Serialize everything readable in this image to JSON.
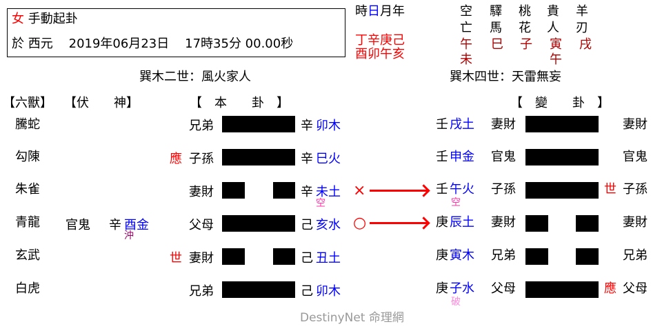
{
  "header": {
    "gender": "女",
    "method": "手動起卦",
    "date_prefix": "於 西元",
    "date": "2019年06月23日",
    "time": "17時35分 00.00秒"
  },
  "ganzhi": {
    "labels": [
      "時",
      "日",
      "月",
      "年"
    ],
    "stems": "丁辛庚己",
    "branches": "酉卯午亥"
  },
  "shensha": {
    "columns": [
      {
        "name_top": "空",
        "name_bottom": "亡",
        "values": [
          "午",
          "未"
        ]
      },
      {
        "name_top": "驛",
        "name_bottom": "馬",
        "values": [
          "巳"
        ]
      },
      {
        "name_top": "桃",
        "name_bottom": "花",
        "values": [
          "子"
        ]
      },
      {
        "name_top": "貴",
        "name_bottom": "人",
        "values": [
          "寅",
          "午"
        ]
      },
      {
        "name_top": "羊",
        "name_bottom": "刃",
        "values": [
          "戌"
        ]
      }
    ]
  },
  "main_gua": {
    "title": "巽木二世：風火家人",
    "header": "【　本　　卦　】"
  },
  "changed_gua": {
    "title": "巽木四世：天雷無妄",
    "header": "【　變　　卦　】"
  },
  "col_headers": {
    "liushou": "【六獸】",
    "fushen": "【伏　　神】"
  },
  "lines": [
    {
      "beast": "騰蛇",
      "fushen": "",
      "mark": "",
      "relation": "兄弟",
      "yin": false,
      "stem": "辛",
      "branch": "卯木",
      "note": "",
      "move": "",
      "c_stem": "壬",
      "c_branch": "戌土",
      "c_note": "",
      "c_relation": "妻財",
      "c_yin": false,
      "c_mark": "",
      "c_rel2": "妻財"
    },
    {
      "beast": "勾陳",
      "fushen": "",
      "mark": "應",
      "relation": "子孫",
      "yin": false,
      "stem": "辛",
      "branch": "巳火",
      "note": "",
      "move": "",
      "c_stem": "壬",
      "c_branch": "申金",
      "c_note": "",
      "c_relation": "官鬼",
      "c_yin": false,
      "c_mark": "",
      "c_rel2": "官鬼"
    },
    {
      "beast": "朱雀",
      "fushen": "",
      "mark": "",
      "relation": "妻財",
      "yin": true,
      "stem": "辛",
      "branch": "未土",
      "note": "空",
      "move": "×",
      "c_stem": "壬",
      "c_branch": "午火",
      "c_note": "空",
      "c_relation": "子孫",
      "c_yin": false,
      "c_mark": "世",
      "c_rel2": "子孫"
    },
    {
      "beast": "青龍",
      "fushen": {
        "relation": "官鬼",
        "stem": "辛",
        "branch": "酉金",
        "note": "沖"
      },
      "mark": "",
      "relation": "父母",
      "yin": false,
      "stem": "己",
      "branch": "亥水",
      "note": "",
      "move": "○",
      "c_stem": "庚",
      "c_branch": "辰土",
      "c_note": "",
      "c_relation": "妻財",
      "c_yin": true,
      "c_mark": "",
      "c_rel2": "妻財"
    },
    {
      "beast": "玄武",
      "fushen": "",
      "mark": "世",
      "relation": "妻財",
      "yin": true,
      "stem": "己",
      "branch": "丑土",
      "note": "",
      "move": "",
      "c_stem": "庚",
      "c_branch": "寅木",
      "c_note": "",
      "c_relation": "兄弟",
      "c_yin": true,
      "c_mark": "",
      "c_rel2": "兄弟"
    },
    {
      "beast": "白虎",
      "fushen": "",
      "mark": "",
      "relation": "兄弟",
      "yin": false,
      "stem": "己",
      "branch": "卯木",
      "note": "",
      "move": "",
      "c_stem": "庚",
      "c_branch": "子水",
      "c_note": "破",
      "c_relation": "父母",
      "c_yin": false,
      "c_mark": "應",
      "c_rel2": "父母"
    }
  ],
  "footer": {
    "brand": "DestinyNet 命理網"
  },
  "colors": {
    "accent_red": "#ff0000",
    "shensha_red": "#b00000",
    "branch_blue": "#0000ff",
    "empty_pink": "#ff33aa",
    "footer_grey": "#999999"
  }
}
